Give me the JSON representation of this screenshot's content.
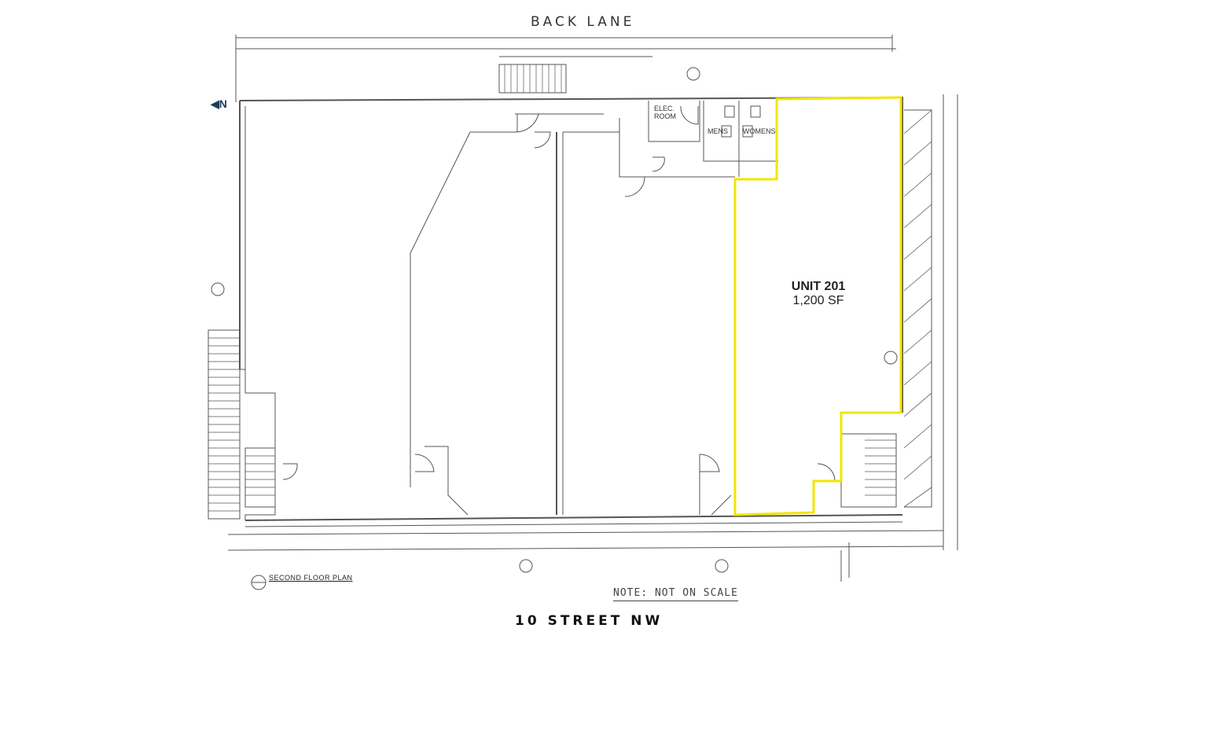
{
  "streets": {
    "top": "BACK LANE",
    "bottom": "10 STREET NW"
  },
  "north_arrow": {
    "label": "N",
    "icon": "north-arrow-icon",
    "color": "#1f3b5c"
  },
  "unit": {
    "name": "UNIT 201",
    "area": "1,200 SF",
    "highlight_color": "#f2e600"
  },
  "note": "NOTE: NOT ON SCALE",
  "drawing": {
    "plan_title": "SECOND FLOOR PLAN",
    "rooms": {
      "elec_line1": "ELEC.",
      "elec_line2": "ROOM",
      "mens": "MENS",
      "womens": "WOMENS"
    }
  }
}
